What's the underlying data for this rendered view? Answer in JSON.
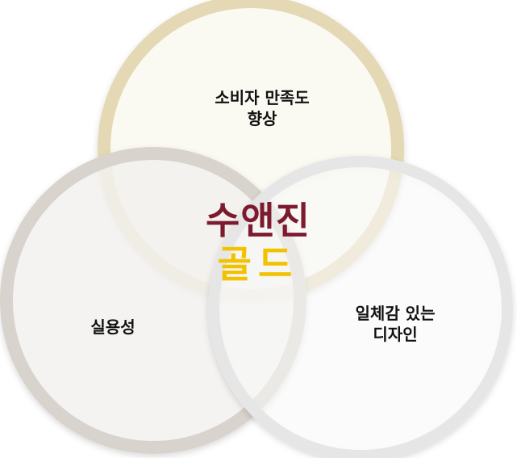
{
  "diagram": {
    "circles": {
      "top": {
        "text_line1": "소비자 만족도",
        "text_line2": "향상",
        "ring_color": "#e4d9b4",
        "fill_color": "#fbfaf2"
      },
      "left": {
        "text": "실용성",
        "ring_color": "#d8d3cc",
        "fill_color": "#f5f4f1"
      },
      "right": {
        "text_line1": "일체감 있는",
        "text_line2": "디자인",
        "ring_color": "#e6e6e6",
        "fill_color": "#ffffff"
      }
    },
    "center": {
      "line1": "수앤진",
      "line2": "골드",
      "line1_color": "#7d1a2e",
      "line2_color": "#f2c200"
    }
  }
}
